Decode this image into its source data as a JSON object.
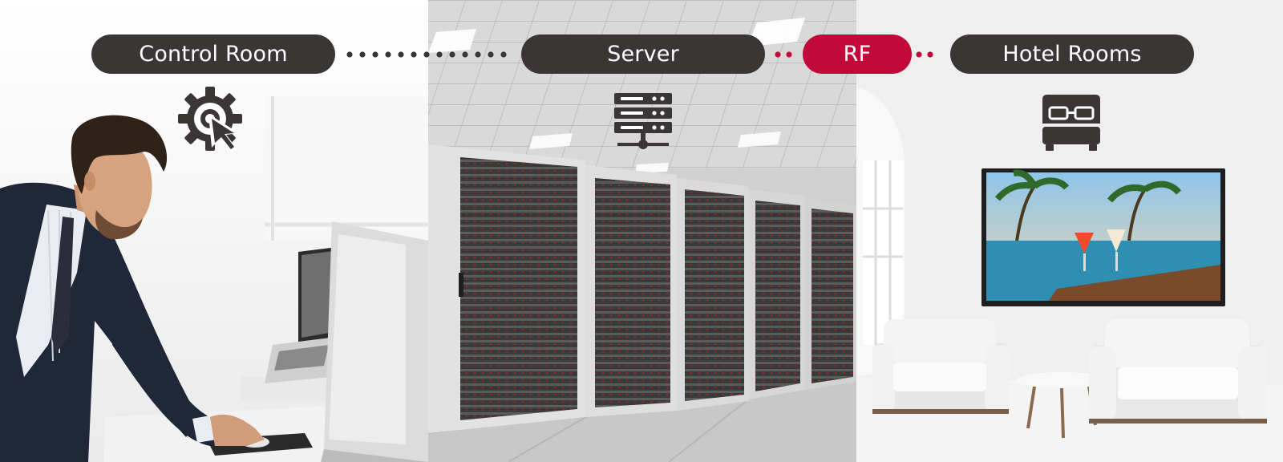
{
  "nodes": [
    {
      "id": "control_room",
      "label": "Control Room",
      "icon": "control-gear-cursor-icon"
    },
    {
      "id": "server",
      "label": "Server",
      "icon": "server-rack-icon"
    },
    {
      "id": "rf",
      "label": "RF",
      "icon": null
    },
    {
      "id": "hotel_rooms",
      "label": "Hotel Rooms",
      "icon": "bed-icon"
    }
  ],
  "connections": [
    {
      "from": "control_room",
      "to": "server",
      "style": "dotted",
      "color": "#3a3636"
    },
    {
      "from": "server",
      "to": "rf",
      "style": "dotted",
      "color": "#c3093a"
    },
    {
      "from": "rf",
      "to": "hotel_rooms",
      "style": "dotted",
      "color": "#c3093a"
    }
  ],
  "colors": {
    "pill_dark": "#3a3636",
    "pill_accent": "#c3093a",
    "pill_text": "#ffffff",
    "icon": "#3a3636"
  },
  "panels": [
    {
      "id": "office",
      "scene": "control-room-photo"
    },
    {
      "id": "server_room",
      "scene": "server-room-photo"
    },
    {
      "id": "hotel",
      "scene": "hotel-room-photo"
    }
  ]
}
